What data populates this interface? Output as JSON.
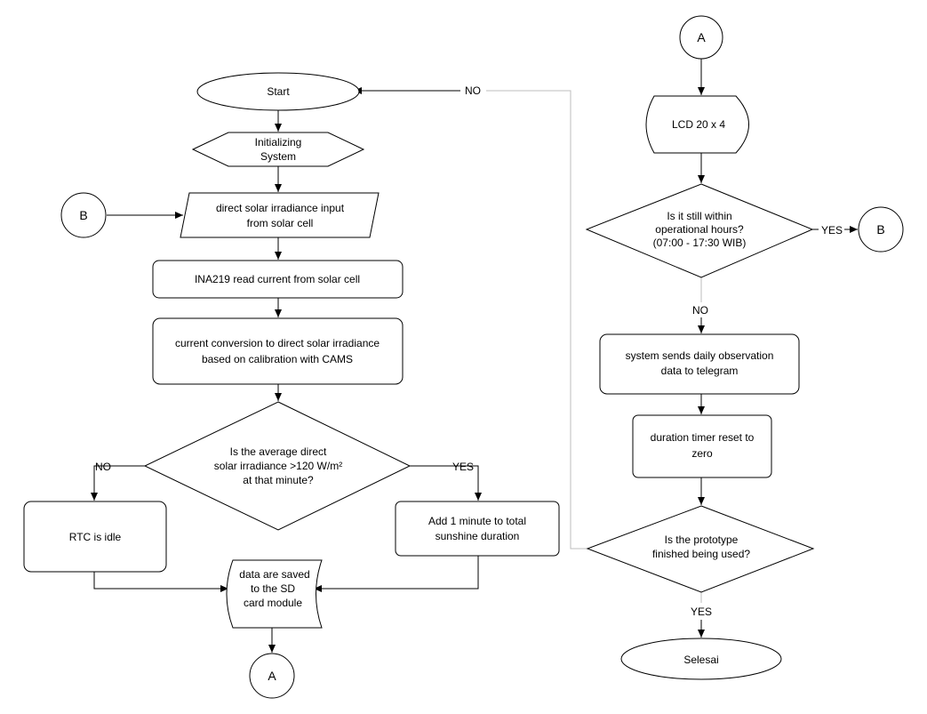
{
  "nodes": {
    "start": "Start",
    "init_line1": "Initializing",
    "init_line2": "System",
    "input_line1": "direct solar irradiance input",
    "input_line2": "from solar cell",
    "ina_read": "INA219 read current from solar cell",
    "conv_line1": "current conversion to direct solar irradiance",
    "conv_line2": "based on calibration with CAMS",
    "decision1_line1": "Is the average direct",
    "decision1_line2": "solar irradiance >120 W/m²",
    "decision1_line3": "at that minute?",
    "rtc_idle": "RTC is idle",
    "add_line1": "Add 1 minute to total",
    "add_line2": "sunshine duration",
    "saved_line1": "data are saved",
    "saved_line2": "to the SD",
    "saved_line3": "card module",
    "lcd": "LCD 20 x 4",
    "decision2_line1": "Is it still within",
    "decision2_line2": "operational hours?",
    "decision2_line3": "(07:00 - 17:30 WIB)",
    "send_line1": "system sends daily observation",
    "send_line2": "data to telegram",
    "reset_line1": "duration timer reset to",
    "reset_line2": "zero",
    "decision3_line1": "Is the prototype",
    "decision3_line2": "finished being used?",
    "end": "Selesai"
  },
  "connectors": {
    "b_left": "B",
    "a_bottom": "A",
    "a_top": "A",
    "b_right": "B"
  },
  "edge_labels": {
    "no_top": "NO",
    "no_left": "NO",
    "yes_left": "YES",
    "yes_right": "YES",
    "no_middle": "NO",
    "yes_bottom": "YES"
  }
}
